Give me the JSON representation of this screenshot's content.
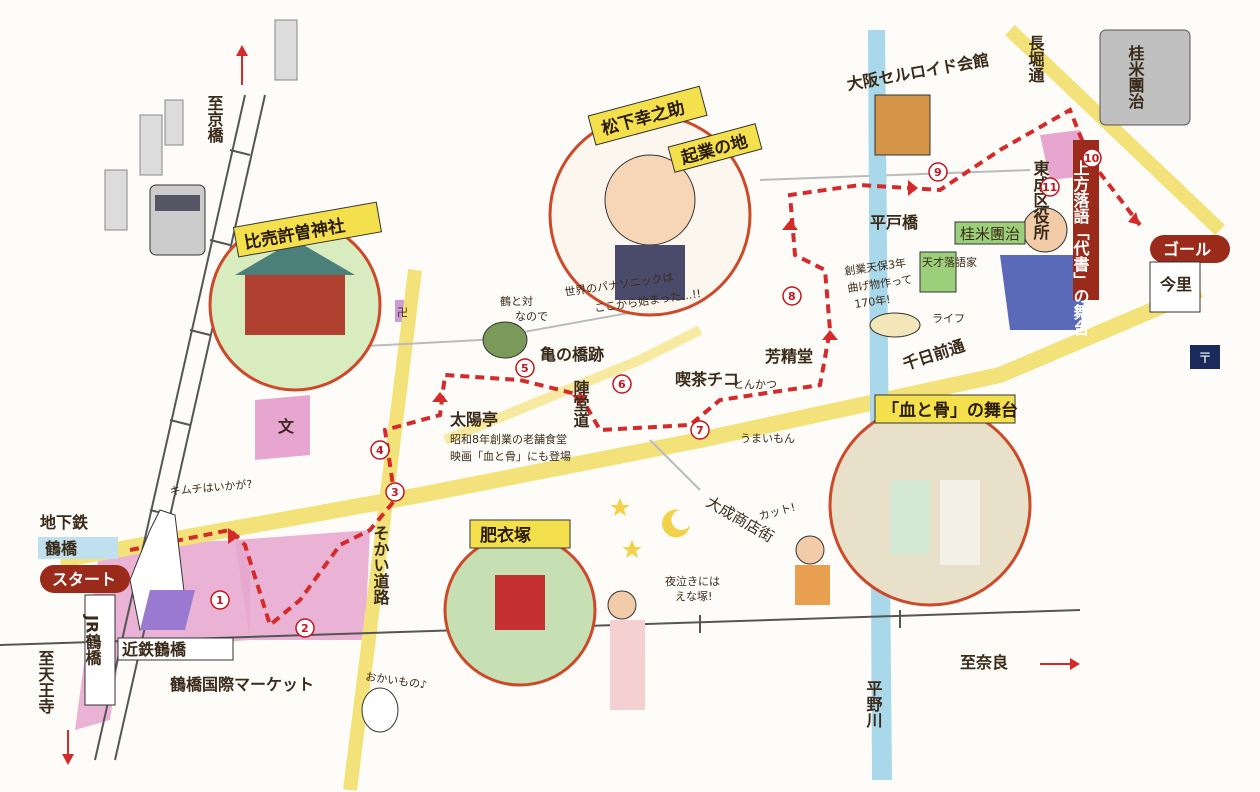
{
  "start_label": "スタート",
  "goal_label": "ゴール",
  "directions": {
    "kyobashi": "至京橋",
    "tennoji": "至天王寺",
    "nara": "至奈良"
  },
  "stations": {
    "subway_label": "地下鉄",
    "subway_name": "鶴橋",
    "jr": "JR鶴橋",
    "kintetsu": "近鉄鶴橋",
    "imazato": "今里"
  },
  "market": "鶴橋国際マーケット",
  "streets": {
    "sokai": "そかい道路",
    "jindo": "陣堂道",
    "sennichimae": "千日前通",
    "daisei": "大成商店街",
    "nagahori": "長堀通",
    "hirano": "平野川"
  },
  "places": {
    "hime_shrine": "比売許曽神社",
    "koe_tsuka": "肥衣塚",
    "taiyotei": "太陽亭",
    "taiyotei_note1": "昭和8年創業の老舗食堂",
    "taiyotei_note2": "映画「血と骨」にも登場",
    "kame_bridge": "亀の橋跡",
    "turtle_note1": "鶴と対",
    "turtle_note2": "なので",
    "matsushita_title": "松下幸之助",
    "matsushita_sub": "起業の地",
    "panasonic_note1": "世界のパナソニックは",
    "panasonic_note2": "ここから始まった…!!",
    "kissa": "喫茶チコ",
    "tonkatsu": "とんかつ",
    "umai": "うまいもん",
    "hoseido": "芳精堂",
    "hoseido_note1": "創業天保3年",
    "hoseido_note2": "曲げ物作って",
    "hoseido_note3": "170年!",
    "celluloid": "大阪セルロイド会館",
    "hirado": "平戸橋",
    "katsura": "桂米團治",
    "tenkai": "天才落語家",
    "life": "ライフ",
    "ward": "東成区役所",
    "stone": "桂米團治",
    "chi_to_hone": "「血と骨」の舞台",
    "kamigata": "上方落語「代書」の舞台",
    "cut": "カット!",
    "kimchi": "キムチはいかが?",
    "yonaki": "夜泣きには",
    "yonaki2": "えな塚!",
    "okaimono": "おかいもの♪"
  },
  "icons": {
    "school": "文",
    "shrine": "卍",
    "post": "〒"
  },
  "route_points": [
    "1",
    "2",
    "3",
    "4",
    "5",
    "6",
    "7",
    "8",
    "9",
    "10",
    "11"
  ],
  "colors": {
    "route": "#d42a2a",
    "magenta_area": "#e8a3cf",
    "road": "#f3e27a",
    "river": "#a8d8ea",
    "banner": "#f4e04d",
    "ribbon": "#9a2a1a"
  }
}
